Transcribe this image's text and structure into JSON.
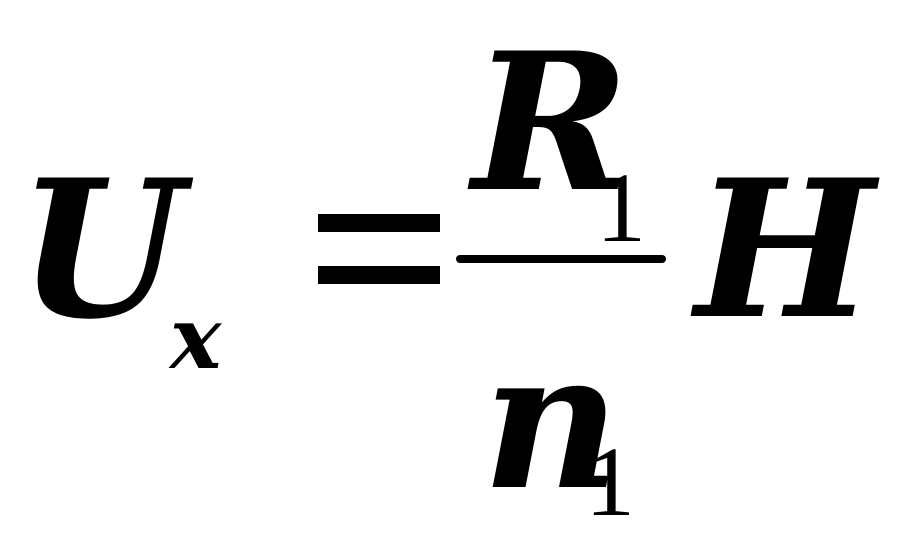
{
  "formula": {
    "lhs": {
      "symbol": "U",
      "subscript": "x"
    },
    "relation": "=",
    "fraction": {
      "numerator": {
        "symbol": "R",
        "subscript": "1"
      },
      "denominator": {
        "symbol": "n",
        "subscript": "1"
      }
    },
    "multiplier": {
      "symbol": "H"
    }
  },
  "colors": {
    "ink": "#000000",
    "background": "#ffffff"
  }
}
